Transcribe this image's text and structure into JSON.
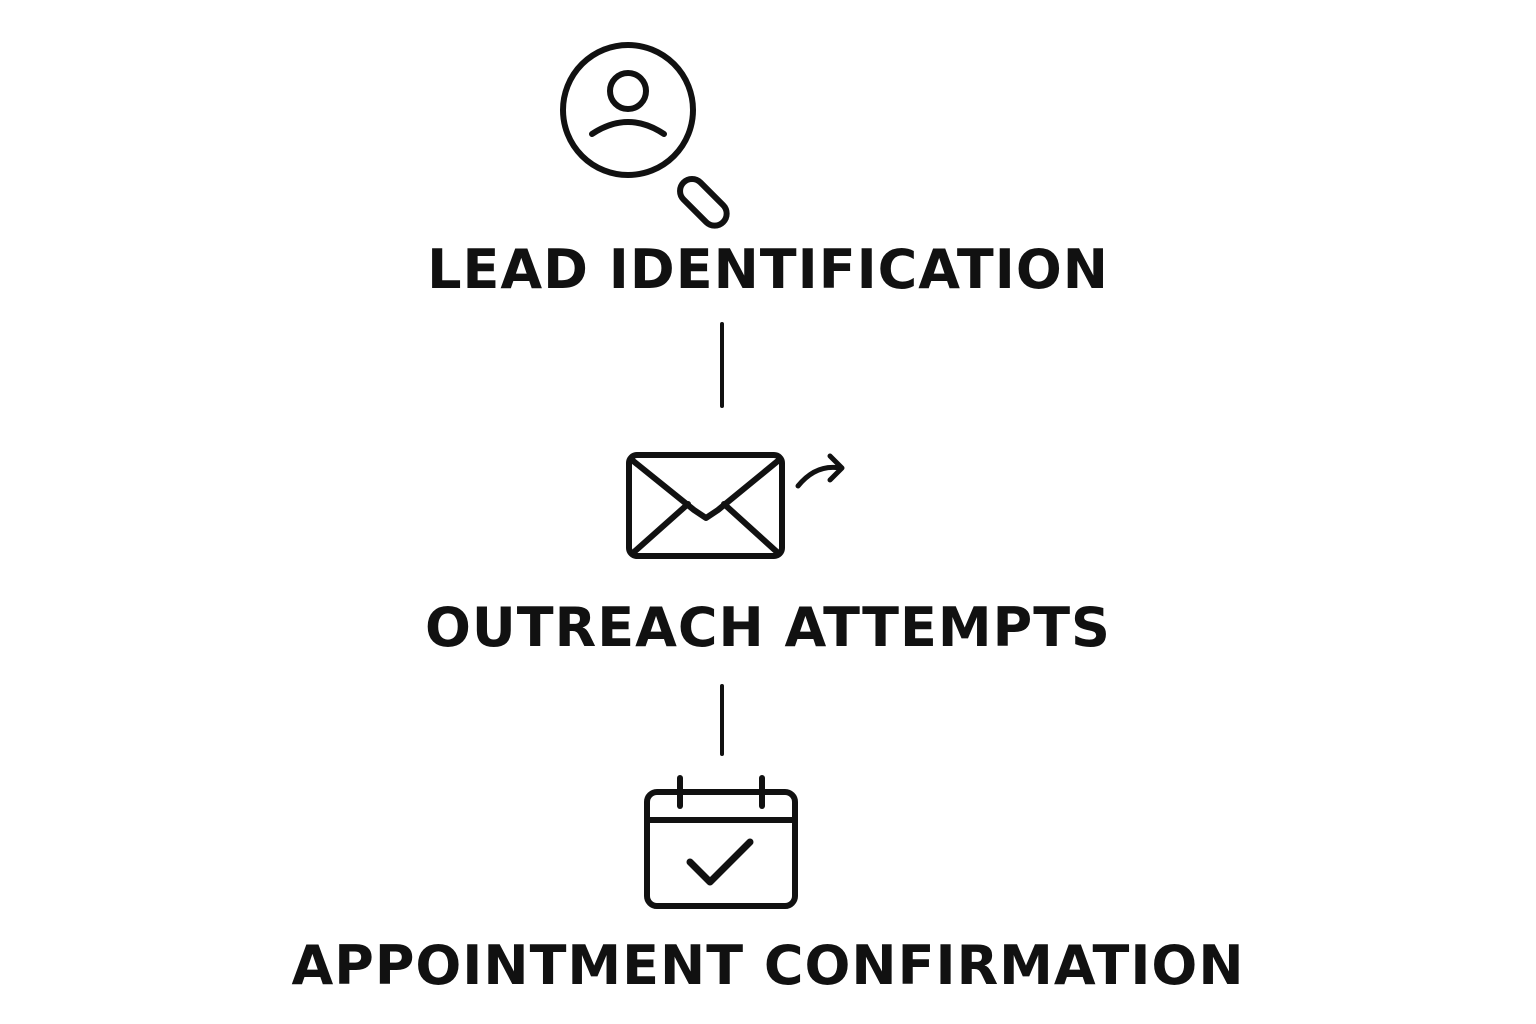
{
  "diagram": {
    "colors": {
      "stroke": "#111111",
      "background": "#ffffff"
    },
    "steps": [
      {
        "label": "LEAD IDENTIFICATION",
        "icon": "person-search-icon"
      },
      {
        "label": "OUTREACH ATTEMPTS",
        "icon": "envelope-send-icon"
      },
      {
        "label": "APPOINTMENT CONFIRMATION",
        "icon": "calendar-check-icon"
      }
    ]
  }
}
